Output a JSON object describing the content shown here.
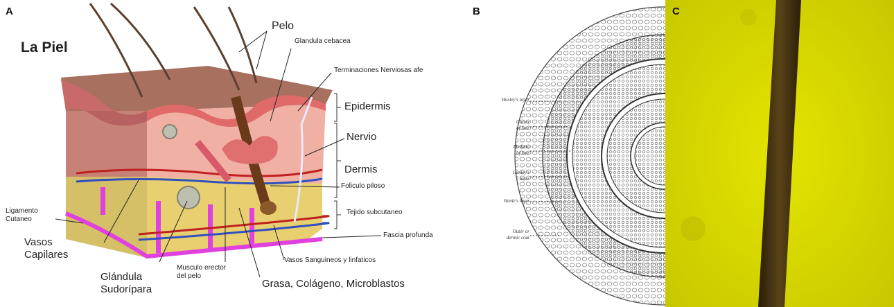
{
  "panel_a": {
    "panel_label": "A",
    "title": "La Piel",
    "labels": {
      "pelo": "Pelo",
      "glandula_cebacea": "Glandula cebacea",
      "terminaciones": "Terminaciones Nerviosas afe",
      "epidermis": "Epidermis",
      "nervio": "Nervio",
      "dermis": "Dermis",
      "foliculo": "Foliculo piloso",
      "tejido": "Tejido subcutaneo",
      "fascia": "Fascia profunda",
      "ligamento_1": "Ligamento",
      "ligamento_2": "Cutaneo",
      "vasos_cap_1": "Vasos",
      "vasos_cap_2": "Capilares",
      "glandula_sud_1": "Glándula",
      "glandula_sud_2": "Sudorípara",
      "musculo_1": "Musculo erector",
      "musculo_2": "del pelo",
      "vasos_sang": "Vasos Sanguineos y linfaticos",
      "grasa": "Grasa, Colágeno, Microblastos"
    }
  },
  "panel_b": {
    "panel_label": "B",
    "labels": {
      "huxley_top_1": "Huxley's layer",
      "cortex_1": "Cortex",
      "cortex_2": "of hair",
      "medulla_1": "Medulla",
      "medulla_2": "of hair",
      "huxley_1": "Huxley's",
      "huxley_2": "layer",
      "henle": "Henle's layer",
      "outer_1": "Outer or",
      "outer_2": "dermic coat"
    }
  },
  "panel_c": {
    "panel_label": "C"
  },
  "colors": {
    "epidermis_top": "#b07a6a",
    "dermis": "#e8a69a",
    "subcutaneous": "#e8d070",
    "ligament": "#e040e0",
    "micro_background": "#d8d800",
    "hair_shaft": "#3a2a10"
  }
}
